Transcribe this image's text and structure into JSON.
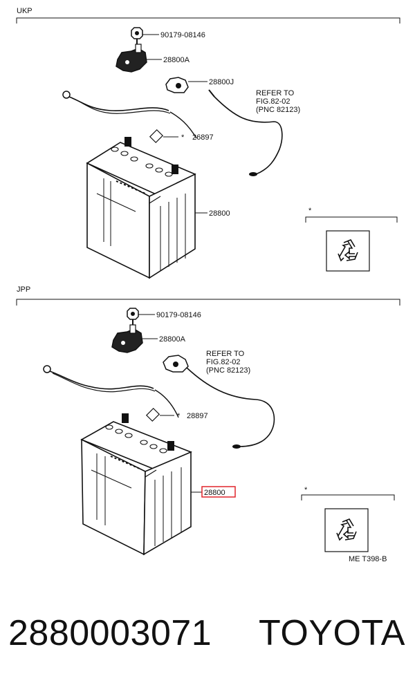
{
  "sections": [
    {
      "label": "UKP",
      "callouts": {
        "bolt": "90179-08146",
        "clamp": "28800A",
        "terminal": "28800J",
        "label_sticker": "26897",
        "battery": "28800"
      },
      "refer": [
        "REFER TO",
        "FIG.82-02",
        "(PNC 82123)"
      ],
      "note_mark": "*"
    },
    {
      "label": "JPP",
      "callouts": {
        "bolt": "90179-08146",
        "clamp": "28800A",
        "label_sticker": "28897",
        "battery": "28800"
      },
      "refer": [
        "REFER TO",
        "FIG.82-02",
        "(PNC 82123)"
      ],
      "note_mark": "*",
      "figure_code": "ME T398-B"
    }
  ],
  "asterisk": "*",
  "highlight_color": "#e0242a",
  "footer": {
    "part_number": "2880003071",
    "brand": "TOYOTA"
  }
}
